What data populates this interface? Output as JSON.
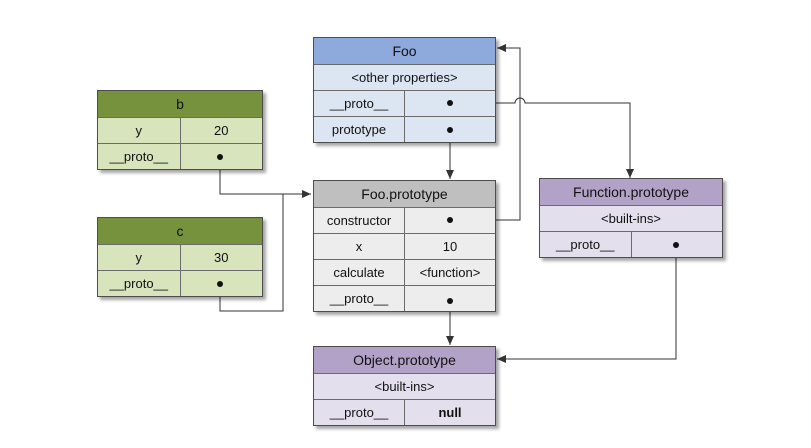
{
  "colors": {
    "green_header": "#76923c",
    "green_body": "#d7e4bc",
    "blue_header": "#8ea9db",
    "blue_body": "#dce6f2",
    "gray_header": "#bfbfbf",
    "gray_body": "#ededed",
    "purple_header": "#b3a2c7",
    "purple_body": "#e4dfec",
    "line": "#333333"
  },
  "boxes": {
    "b": {
      "title": "b",
      "rows": [
        [
          "y",
          "20"
        ],
        [
          "__proto__",
          ""
        ]
      ]
    },
    "c": {
      "title": "c",
      "rows": [
        [
          "y",
          "30"
        ],
        [
          "__proto__",
          ""
        ]
      ]
    },
    "foo": {
      "title": "Foo",
      "full_row": "<other properties>",
      "rows": [
        [
          "__proto__",
          ""
        ],
        [
          "prototype",
          ""
        ]
      ]
    },
    "foo_prototype": {
      "title": "Foo.prototype",
      "rows": [
        [
          "constructor",
          ""
        ],
        [
          "x",
          "10"
        ],
        [
          "calculate",
          "<function>"
        ],
        [
          "__proto__",
          ""
        ]
      ]
    },
    "function_prototype": {
      "title": "Function.prototype",
      "full_row": "<built-ins>",
      "rows": [
        [
          "__proto__",
          ""
        ]
      ]
    },
    "object_prototype": {
      "title": "Object.prototype",
      "full_row": "<built-ins>",
      "rows": [
        [
          "__proto__",
          "null"
        ]
      ]
    }
  }
}
